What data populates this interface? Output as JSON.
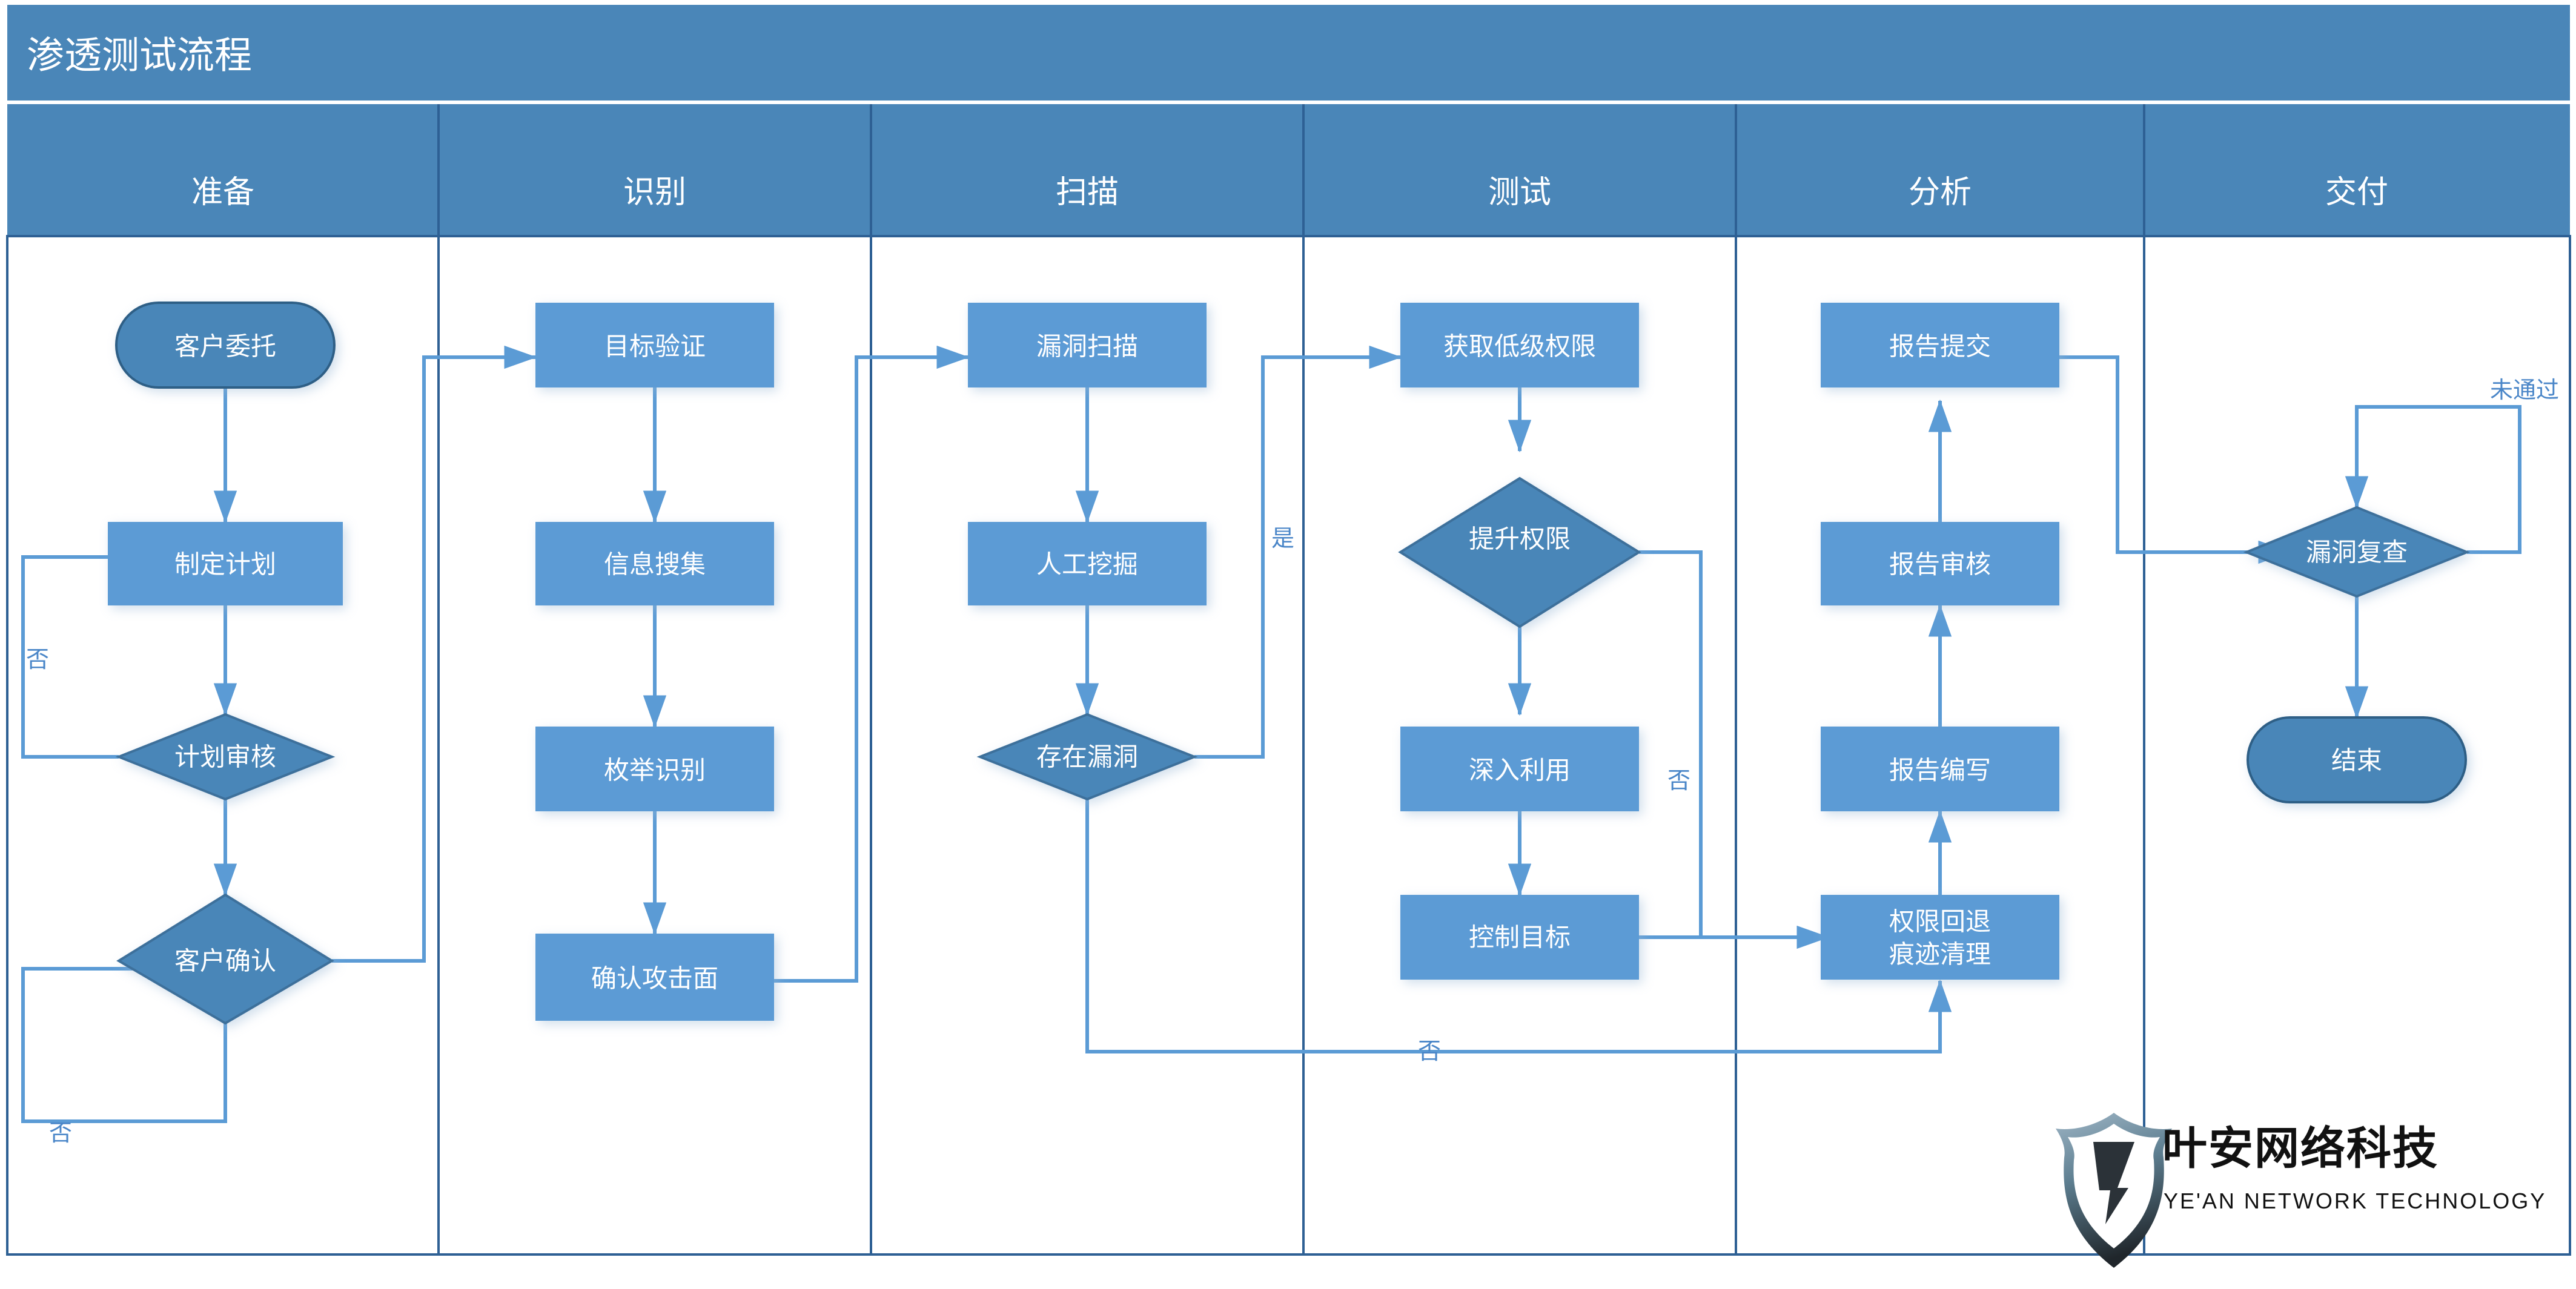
{
  "header": {
    "title": "渗透测试流程",
    "band_color": "#4a86b8",
    "title_color": "#ffffff"
  },
  "colors": {
    "lane_header_bg": "#4a86b8",
    "process_fill": "#5b9bd5",
    "decision_fill": "#4a86b8",
    "terminal_fill": "#4a86b8",
    "terminal_stroke": "#2e5f86",
    "connector": "#5b9bd5",
    "lane_divider": "#2e6094",
    "canvas_bg": "#ffffff"
  },
  "lanes": [
    {
      "id": "prep",
      "label": "准备"
    },
    {
      "id": "recon",
      "label": "识别"
    },
    {
      "id": "scan",
      "label": "扫描"
    },
    {
      "id": "test",
      "label": "测试"
    },
    {
      "id": "analysis",
      "label": "分析"
    },
    {
      "id": "delivery",
      "label": "交付"
    }
  ],
  "nodes": [
    {
      "id": "n1",
      "lane": "prep",
      "label": "客户委托",
      "shape": "terminal"
    },
    {
      "id": "n2",
      "lane": "prep",
      "label": "制定计划",
      "shape": "process"
    },
    {
      "id": "n3",
      "lane": "prep",
      "label": "计划审核",
      "shape": "decision"
    },
    {
      "id": "n4",
      "lane": "prep",
      "label": "客户确认",
      "shape": "decision"
    },
    {
      "id": "n5",
      "lane": "recon",
      "label": "目标验证",
      "shape": "process"
    },
    {
      "id": "n6",
      "lane": "recon",
      "label": "信息搜集",
      "shape": "process"
    },
    {
      "id": "n7",
      "lane": "recon",
      "label": "枚举识别",
      "shape": "process"
    },
    {
      "id": "n8",
      "lane": "recon",
      "label": "确认攻击面",
      "shape": "process"
    },
    {
      "id": "n9",
      "lane": "scan",
      "label": "漏洞扫描",
      "shape": "process"
    },
    {
      "id": "n10",
      "lane": "scan",
      "label": "人工挖掘",
      "shape": "process"
    },
    {
      "id": "n11",
      "lane": "scan",
      "label": "存在漏洞",
      "shape": "decision"
    },
    {
      "id": "n12",
      "lane": "test",
      "label": "获取低级权限",
      "shape": "process"
    },
    {
      "id": "n13",
      "lane": "test",
      "label": "提升权限",
      "shape": "decision"
    },
    {
      "id": "n14",
      "lane": "test",
      "label": "深入利用",
      "shape": "process"
    },
    {
      "id": "n15",
      "lane": "test",
      "label": "控制目标",
      "shape": "process"
    },
    {
      "id": "n16",
      "lane": "analysis",
      "label": "报告提交",
      "shape": "process"
    },
    {
      "id": "n17",
      "lane": "analysis",
      "label": "报告审核",
      "shape": "process"
    },
    {
      "id": "n18",
      "lane": "analysis",
      "label": "报告编写",
      "shape": "process"
    },
    {
      "id": "n19",
      "lane": "analysis",
      "label_line1": "权限回退",
      "label_line2": "痕迹清理",
      "shape": "process"
    },
    {
      "id": "n20",
      "lane": "delivery",
      "label": "漏洞复查",
      "shape": "decision"
    },
    {
      "id": "n21",
      "lane": "delivery",
      "label": "结束",
      "shape": "terminal"
    }
  ],
  "edge_labels": {
    "plan_review_no": "否",
    "client_confirm_no": "否",
    "has_vuln_yes": "是",
    "has_vuln_no": "否",
    "priv_esc_no": "否",
    "review_fail": "未通过"
  },
  "logo": {
    "cn": "叶安网络科技",
    "en": "YE'AN NETWORK TECHNOLOGY",
    "mark": "shield-v-icon"
  }
}
